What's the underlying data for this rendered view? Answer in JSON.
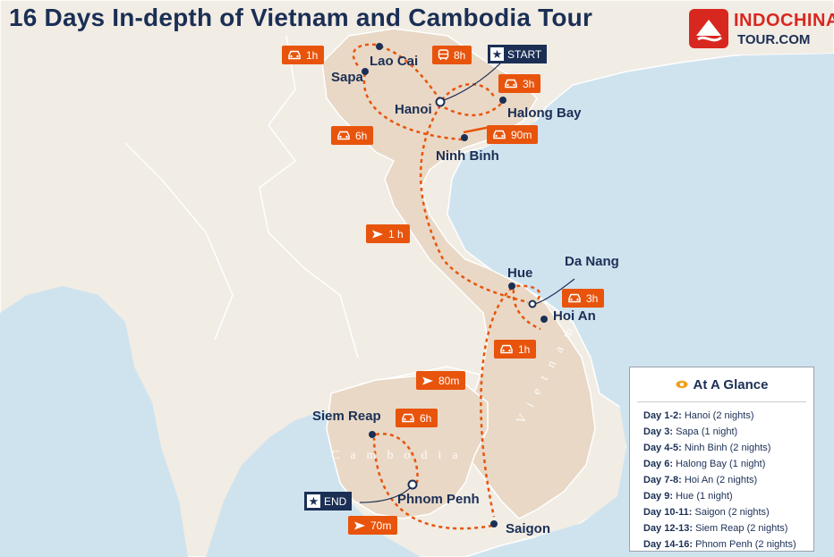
{
  "title": "16 Days In-depth of Vietnam and Cambodia Tour",
  "logo": {
    "top": "INDOCHINA",
    "bottom": "TOUR.COM"
  },
  "colors": {
    "route": "#e8540c",
    "navy": "#1b2f55",
    "land": "#f1ece4",
    "tour_region": "#e9d8c6",
    "sea": "#cfe3ef"
  },
  "icons": {
    "car": "car-icon",
    "train": "train-icon",
    "plane": "plane-icon",
    "star": "star-icon",
    "eye": "eye-icon"
  },
  "cities": {
    "sapa": "Sapa",
    "lao_cai": "Lao Cai",
    "hanoi": "Hanoi",
    "halong_bay": "Halong Bay",
    "ninh_binh": "Ninh Binh",
    "hue": "Hue",
    "da_nang": "Da Nang",
    "hoi_an": "Hoi An",
    "siem_reap": "Siem Reap",
    "phnom_penh": "Phnom Penh",
    "saigon": "Saigon"
  },
  "markers": {
    "start": "START",
    "end": "END"
  },
  "countries": {
    "cambodia": "Cambodia",
    "vietnam": "Vietnam"
  },
  "transfers": [
    {
      "mode": "car",
      "duration": "1h"
    },
    {
      "mode": "train",
      "duration": "8h"
    },
    {
      "mode": "car",
      "duration": "3h"
    },
    {
      "mode": "car",
      "duration": "6h"
    },
    {
      "mode": "car",
      "duration": "90m"
    },
    {
      "mode": "plane",
      "duration": "1 h"
    },
    {
      "mode": "car",
      "duration": "3h"
    },
    {
      "mode": "car",
      "duration": "1h"
    },
    {
      "mode": "plane",
      "duration": "80m"
    },
    {
      "mode": "car",
      "duration": "6h"
    },
    {
      "mode": "plane",
      "duration": "70m"
    }
  ],
  "glance": {
    "title": "At A Glance",
    "items": [
      {
        "day": "Day 1-2:",
        "desc": "Hanoi (2 nights)"
      },
      {
        "day": "Day 3:",
        "desc": "Sapa  (1 night)"
      },
      {
        "day": "Day 4-5:",
        "desc": "Ninh Binh  (2 nights)"
      },
      {
        "day": "Day 6:",
        "desc": "Halong Bay (1 night)"
      },
      {
        "day": "Day 7-8:",
        "desc": "Hoi An (2 nights)"
      },
      {
        "day": "Day 9:",
        "desc": "Hue (1 night)"
      },
      {
        "day": "Day 10-11:",
        "desc": "Saigon (2 nights)"
      },
      {
        "day": "Day 12-13:",
        "desc": "Siem Reap  (2 nights)"
      },
      {
        "day": "Day 14-16:",
        "desc": "Phnom Penh (2 nights)"
      }
    ]
  }
}
